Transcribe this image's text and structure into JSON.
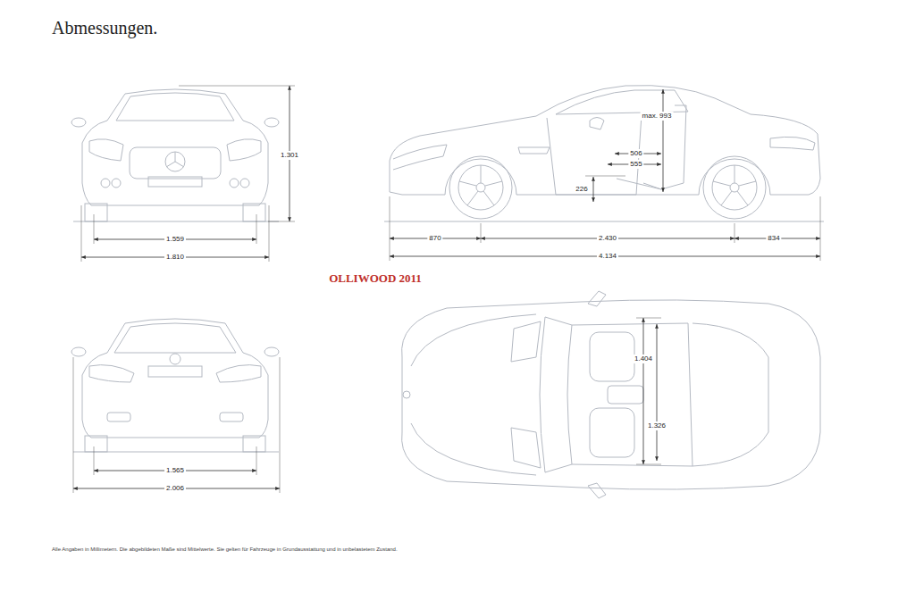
{
  "diagram": {
    "title": "Abmessungen.",
    "caption": "Alle Angaben in Millimetern. Die abgebildeten Maße sind Mittelwerte. Sie gelten für Fahrzeuge in Grundausstattung und in unbelastetem Zustand.",
    "labels": [
      "1.301",
      "1.559",
      "1.810",
      "max. 993",
      "506",
      "555",
      "226",
      "870",
      "2.430",
      "834",
      "4.134",
      "OLLIWOOD 2011",
      "1.565",
      "2.006",
      "1.404",
      "1.326"
    ]
  }
}
